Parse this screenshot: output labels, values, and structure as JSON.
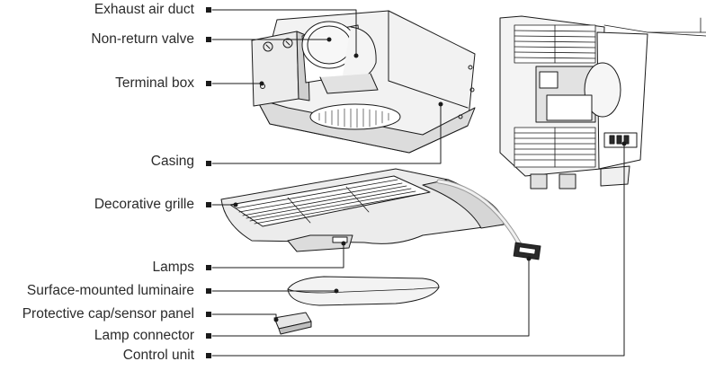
{
  "labels": [
    {
      "id": "exhaust-air-duct",
      "text": "Exhaust air duct"
    },
    {
      "id": "non-return-valve",
      "text": "Non-return valve"
    },
    {
      "id": "terminal-box",
      "text": "Terminal box"
    },
    {
      "id": "casing",
      "text": "Casing"
    },
    {
      "id": "decorative-grille",
      "text": "Decorative grille"
    },
    {
      "id": "lamps",
      "text": "Lamps"
    },
    {
      "id": "surface-mounted-luminaire",
      "text": "Surface-mounted luminaire"
    },
    {
      "id": "protective-cap-sensor-panel",
      "text": "Protective cap/sensor panel"
    },
    {
      "id": "lamp-connector",
      "text": "Lamp connector"
    },
    {
      "id": "control-unit",
      "text": "Control unit"
    }
  ],
  "colors": {
    "line": "#1a1a1a",
    "label": "#2b2b2b",
    "shade": "#d4d4d4",
    "light": "#ececec"
  }
}
